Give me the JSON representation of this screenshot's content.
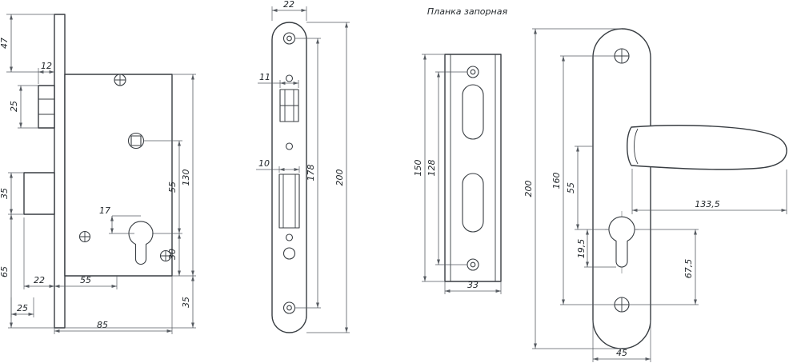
{
  "drawing": {
    "strike_plate": {
      "label": "Планка запорная",
      "d150": "150",
      "d128": "128",
      "d33": "33"
    },
    "lock_body": {
      "d12": "12",
      "d47": "47",
      "d25_latch": "25",
      "d35_bolt": "35",
      "d65": "65",
      "d17": "17",
      "d22_bottom": "22",
      "d55_bottom": "55",
      "d25_bottom": "25",
      "d85": "85",
      "d55_right": "55",
      "d130": "130",
      "d30": "30",
      "d35_right": "35"
    },
    "faceplate": {
      "d22": "22",
      "d11": "11",
      "d10": "10",
      "d178": "178",
      "d200": "200"
    },
    "handle": {
      "d200": "200",
      "d160": "160",
      "d55": "55",
      "d19_5": "19,5",
      "d133_5": "133,5",
      "d67_5": "67,5",
      "d45": "45"
    }
  }
}
